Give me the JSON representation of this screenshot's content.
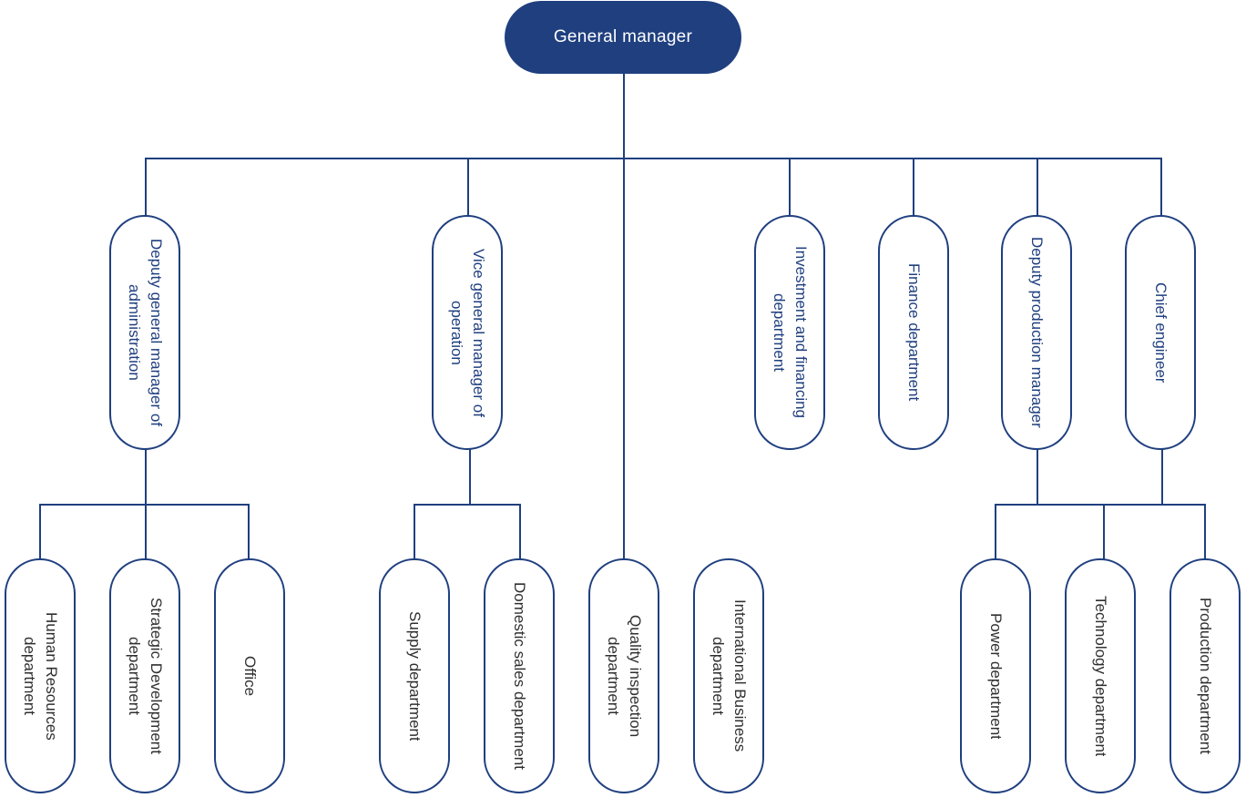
{
  "colors": {
    "navy": "#1f3f7f",
    "root_text": "#ffffff",
    "mid_text": "#1f3f7f",
    "bottom_text": "#2f2f2f",
    "background": "#ffffff"
  },
  "org_chart": {
    "root": "General manager",
    "second_level": {
      "deputy_admin": "Deputy general manager of administration",
      "vice_operation": "Vice general manager of operation",
      "investment_financing": "Investment and financing department",
      "finance": "Finance department",
      "deputy_production": "Deputy production manager",
      "chief_engineer": "Chief engineer"
    },
    "third_level": {
      "human_resources": "Human Resources department",
      "strategic_development": "Strategic Development department",
      "office": "Office",
      "supply": "Supply department",
      "domestic_sales": "Domestic sales department",
      "quality_inspection": "Quality inspection department",
      "international_business": "International Business department",
      "power": "Power department",
      "technology": "Technology department",
      "production": "Production department"
    }
  }
}
